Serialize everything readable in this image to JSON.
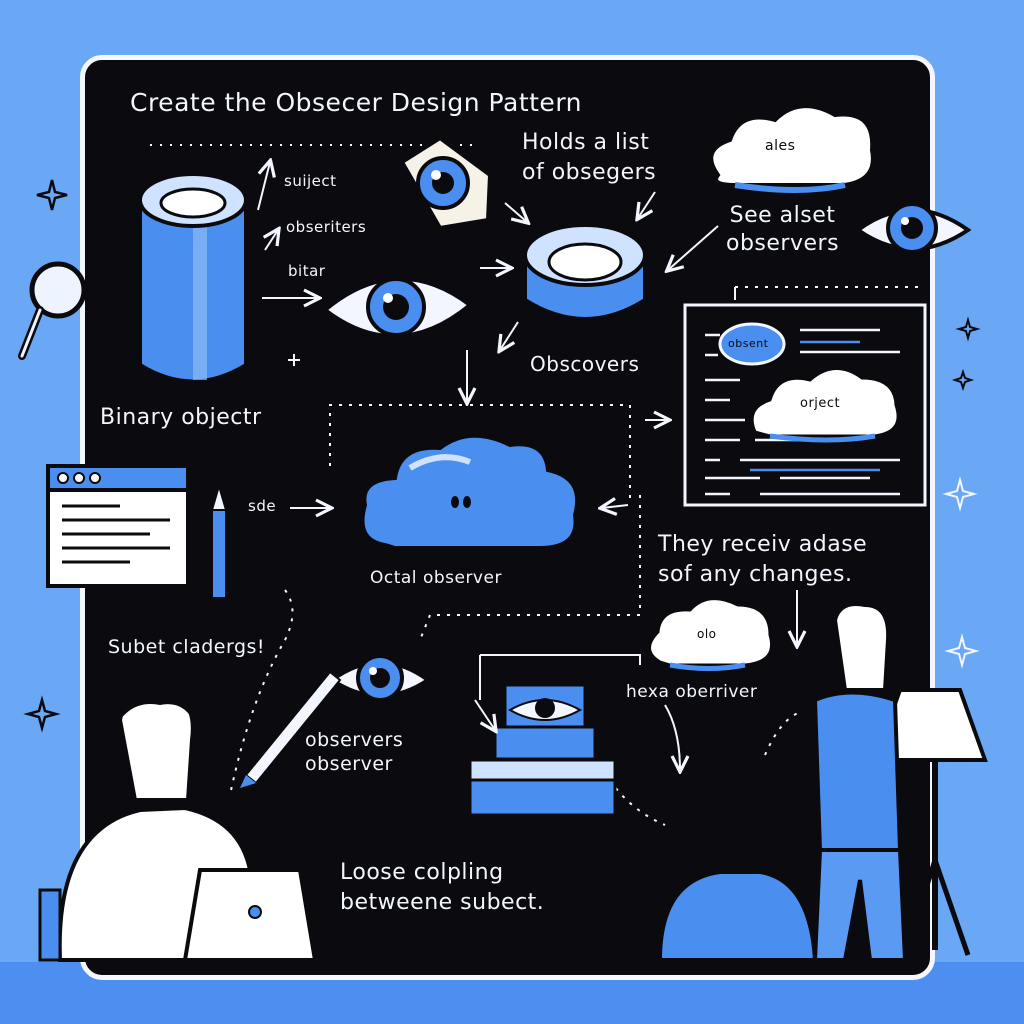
{
  "title": "Create the Obsecer Design Pattern",
  "labels": {
    "holds_a_list": "Holds a list",
    "of_obsegers": "of obsegers",
    "ales": "ales",
    "see_alset": "See alset",
    "observers": "observers",
    "suiject": "suiject",
    "obseriters": "obseriters",
    "bitar": "bitar",
    "binary_object": "Binary objectr",
    "obscovers": "Obscovers",
    "pill_text": "obsent",
    "object_cloud": "orject",
    "sde": "sde",
    "octal_observer": "Octal observer",
    "they_receiv": "They receiv adase",
    "sof_any_changes": "sof any changes.",
    "subet_cladergs": "Subet cladergs!",
    "olo": "olo",
    "hexa_oberriver": "hexa oberriver",
    "observers_line1": "observers",
    "observer_line2": "observer",
    "loose_colpling": "Loose colpling",
    "betweene_subect": "betweene subect."
  },
  "icons": [
    "eye-icon",
    "magnifier-icon",
    "cylinder-icon",
    "cloud-icon",
    "window-icon",
    "pencil-icon",
    "sparkle-icon",
    "lamp-icon",
    "laptop-icon",
    "person-icon"
  ],
  "colors": {
    "background": "#6aa8f5",
    "board": "#0b0b0f",
    "accent_blue": "#4a8ff0",
    "light_blue": "#cfe2ff",
    "chalk": "#f3f6ff"
  }
}
